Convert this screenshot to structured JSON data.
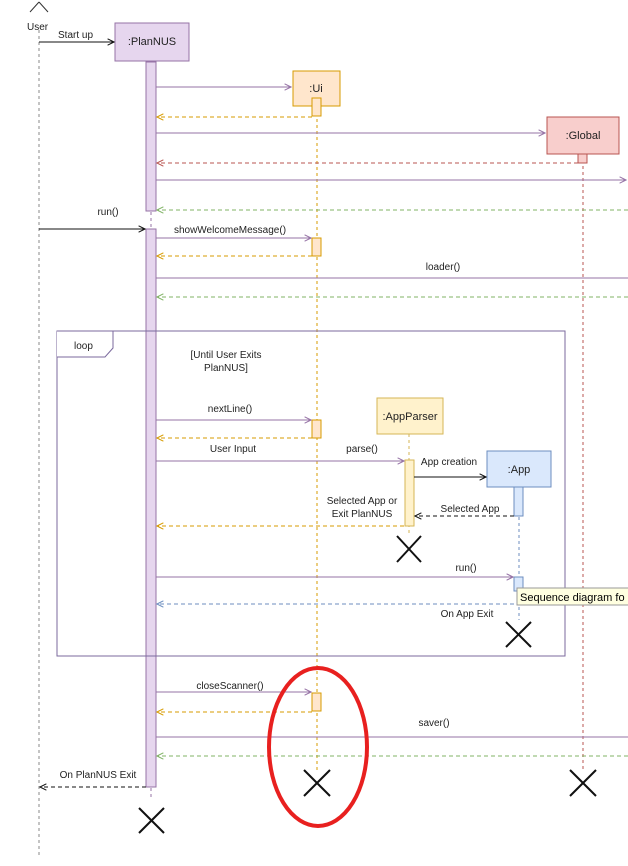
{
  "actor": {
    "label": "User"
  },
  "participants": {
    "plannus": ":PlanNUS",
    "ui": ":Ui",
    "global": ":Global",
    "appparser": ":AppParser",
    "app": ":App"
  },
  "messages": {
    "start_up": "Start up",
    "run_main": "run()",
    "show_welcome": "showWelcomeMessage()",
    "loader": "loader()",
    "next_line": "nextLine()",
    "user_input": "User Input",
    "parse": "parse()",
    "app_creation": "App creation",
    "selected_app": "Selected App",
    "selected_or_exit_1": "Selected App or",
    "selected_or_exit_2": "Exit PlanNUS",
    "run_app": "run()",
    "on_app_exit": "On App Exit",
    "close_scanner": "closeScanner()",
    "saver": "saver()",
    "on_plannus_exit": "On PlanNUS Exit"
  },
  "fragment": {
    "operator": "loop",
    "guard_1": "[Until User Exits",
    "guard_2": "PlanNUS]"
  },
  "note": {
    "text": "Sequence diagram fo"
  },
  "colors": {
    "plannus_fill": "#e6d6ee",
    "plannus_stroke": "#9673a6",
    "ui_fill": "#ffe6cc",
    "ui_stroke": "#d79b00",
    "global_fill": "#f8cecc",
    "global_stroke": "#b85450",
    "parser_fill": "#fff2cc",
    "parser_stroke": "#d6b656",
    "app_fill": "#dae8fc",
    "app_stroke": "#6c8ebf",
    "green_return": "#82b366",
    "highlight_red": "#e8201f"
  }
}
